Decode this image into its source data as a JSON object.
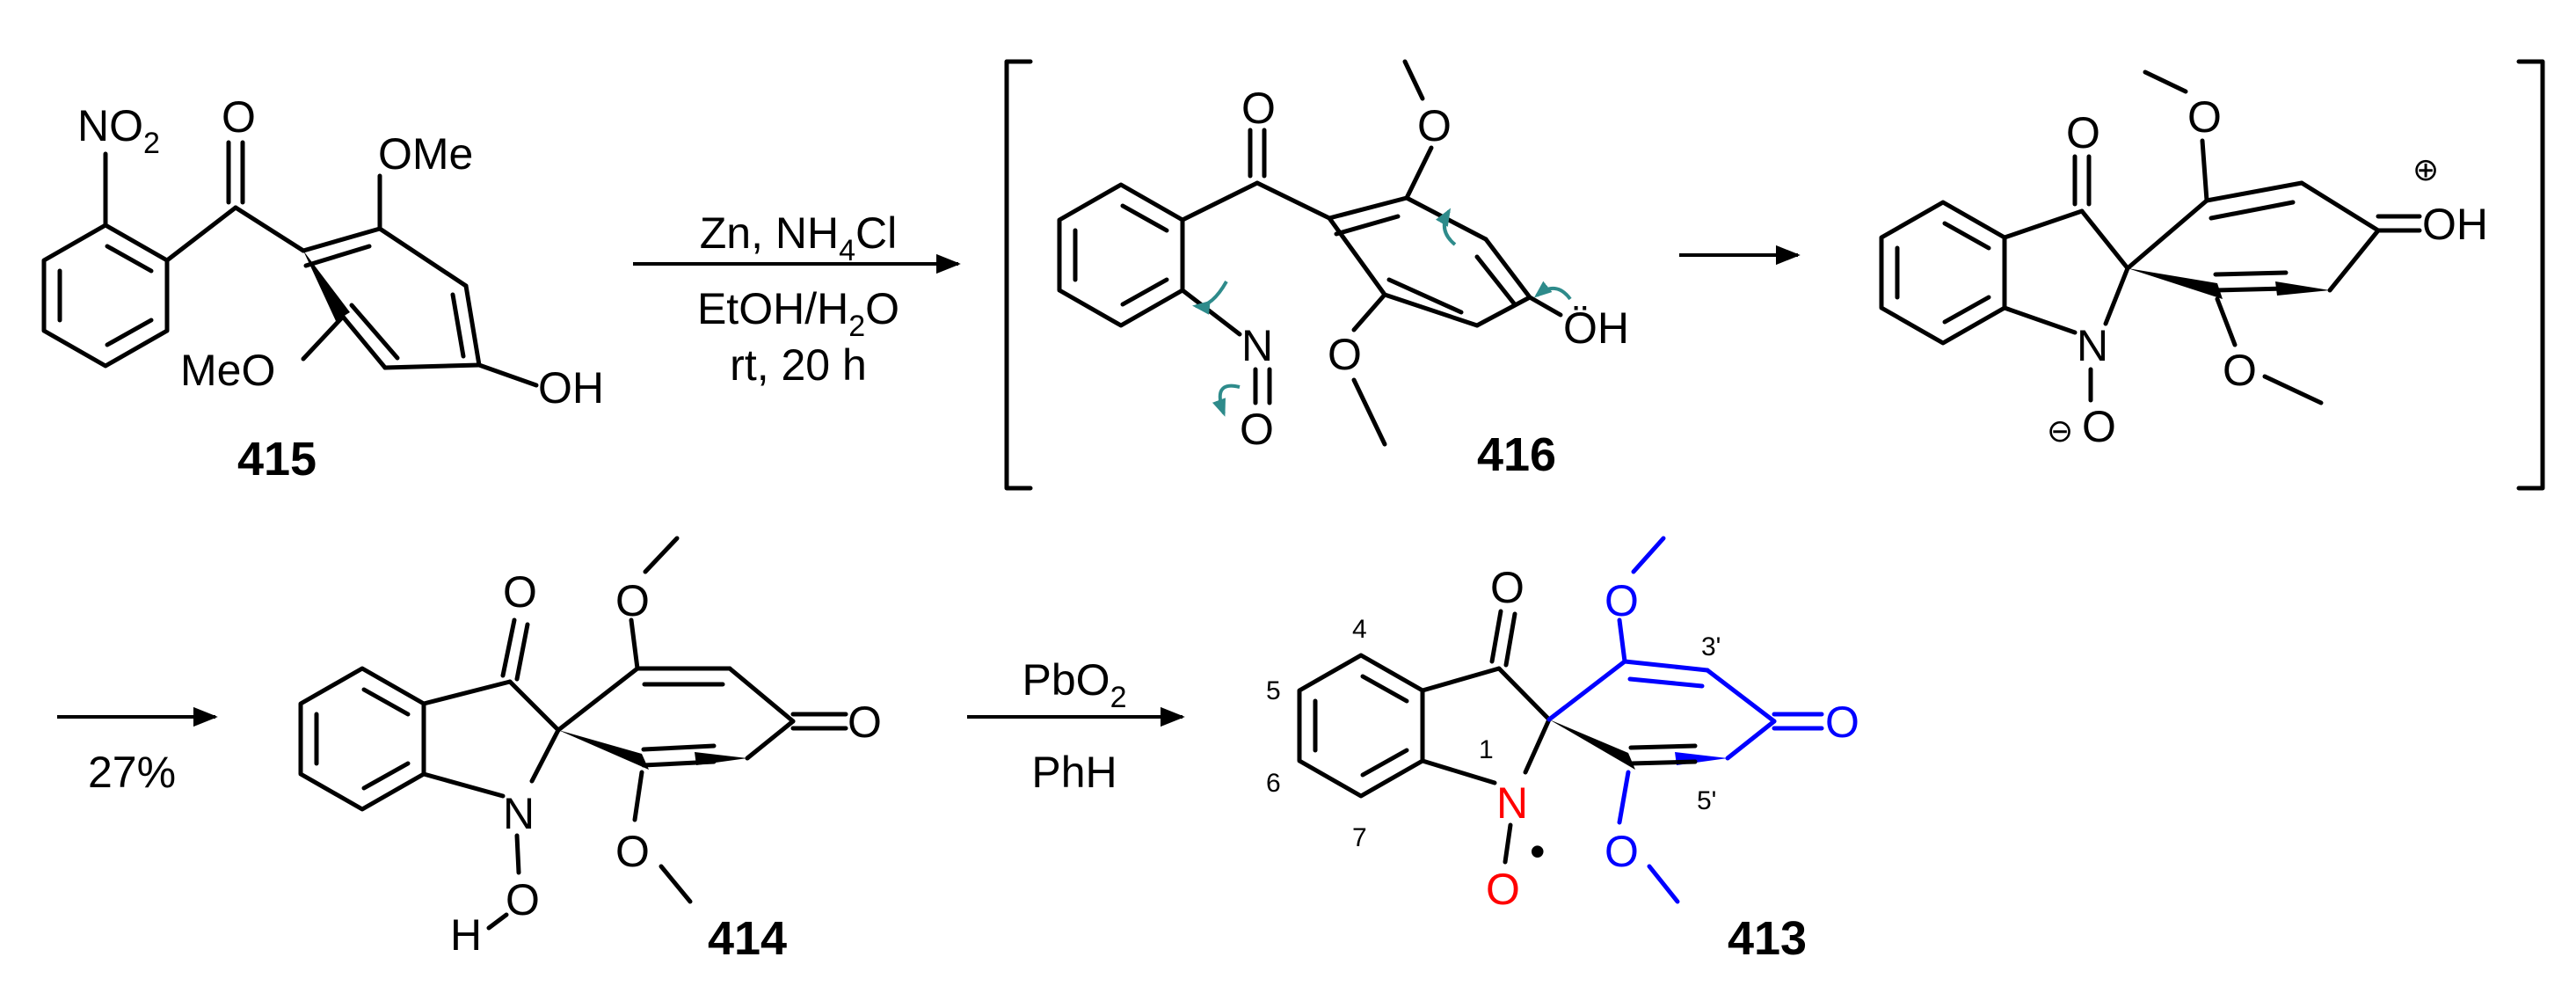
{
  "compounds": {
    "c415": {
      "label": "415",
      "atoms": {
        "no2_n": "NO",
        "no2_sub": "2",
        "o_ketone": "O",
        "ome_top": "OMe",
        "ome_bottom": "MeO",
        "oh": "OH"
      }
    },
    "c416": {
      "label": "416",
      "atoms": {
        "o_ketone": "O",
        "n": "N",
        "o_nitroso": "O",
        "o_top": "O",
        "o_bottom": "O",
        "oh": "ÖH"
      }
    },
    "intermediate": {
      "atoms": {
        "o_ketone": "O",
        "n": "N",
        "o_minus": "O",
        "minus": "⊖",
        "o_top": "O",
        "o_bottom": "O",
        "oh_plus": "OH",
        "plus": "⊕"
      }
    },
    "c414": {
      "label": "414",
      "atoms": {
        "o_ketone": "O",
        "n": "N",
        "o_hydroxyl": "O",
        "h": "H",
        "o_top": "O",
        "o_bottom": "O",
        "o_quinone": "O"
      }
    },
    "c413": {
      "label": "413",
      "atoms": {
        "o_ketone": "O",
        "n": "N",
        "o_radical": "O",
        "radical": "•",
        "o_top": "O",
        "o_bottom": "O",
        "o_quinone": "O"
      },
      "numbering": {
        "pos4": "4",
        "pos5": "5",
        "pos6": "6",
        "pos7": "7",
        "pos1": "1",
        "pos3p": "3'",
        "pos5p": "5'"
      }
    }
  },
  "reactions": {
    "step1": {
      "reagent_main": "Zn, NH",
      "reagent_sub": "4",
      "reagent_tail": "Cl",
      "solvent_main": "EtOH/H",
      "solvent_sub": "2",
      "solvent_tail": "O",
      "time": "rt, 20 h"
    },
    "step3": {
      "yield": "27%"
    },
    "step4": {
      "reagent_main": "PbO",
      "reagent_sub": "2",
      "solvent": "PhH"
    }
  },
  "colors": {
    "bonds": "#000000",
    "indoxyl_radical": "#ff0000",
    "quinone_ring": "#0000ff",
    "curly_arrows": "#2e8b8b"
  }
}
